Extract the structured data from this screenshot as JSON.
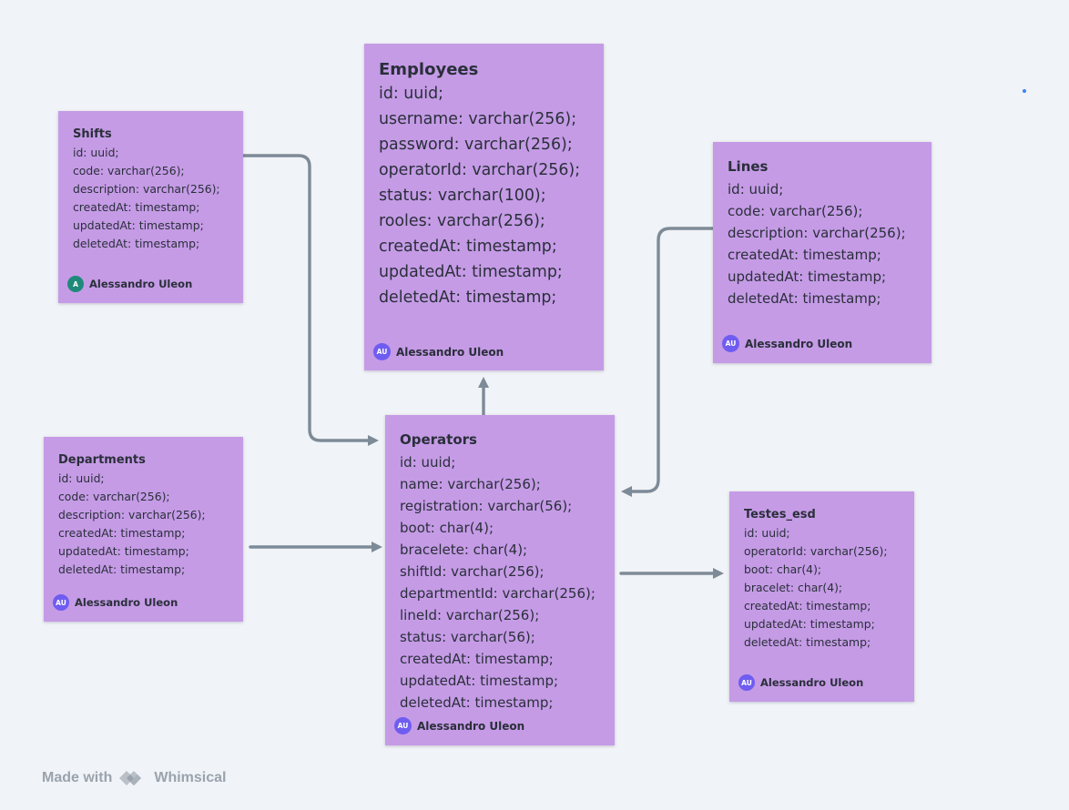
{
  "theme": {
    "card_color": "#c59be6",
    "connector_color": "#7d8a97",
    "background": "#f0f3f7",
    "avatar_teal": "#1f8a7a",
    "avatar_indigo": "#6f5cf0"
  },
  "tables": [
    {
      "id": "shifts",
      "title": "Shifts",
      "fields": [
        "id:  uuid;",
        "code: varchar(256);",
        "description: varchar(256);",
        "createdAt: timestamp;",
        "updatedAt: timestamp;",
        "deletedAt: timestamp;"
      ],
      "author": "Alessandro Uleon",
      "avatar": "A",
      "avatar_color": "#1f8a7a"
    },
    {
      "id": "employees",
      "title": "Employees",
      "fields": [
        "id: uuid;",
        "username: varchar(256);",
        "password: varchar(256);",
        "operatorId: varchar(256);",
        "status: varchar(100);",
        "rooles: varchar(256);",
        "createdAt: timestamp;",
        "updatedAt: timestamp;",
        "deletedAt: timestamp;"
      ],
      "author": "Alessandro Uleon",
      "avatar": "AU",
      "avatar_color": "#6f5cf0"
    },
    {
      "id": "lines",
      "title": "Lines",
      "fields": [
        "id: uuid;",
        "code: varchar(256);",
        "description: varchar(256);",
        "createdAt: timestamp;",
        "updatedAt: timestamp;",
        "deletedAt: timestamp;"
      ],
      "author": "Alessandro Uleon",
      "avatar": "AU",
      "avatar_color": "#6f5cf0"
    },
    {
      "id": "departments",
      "title": "Departments",
      "fields": [
        "id: uuid;",
        "code: varchar(256);",
        "description: varchar(256);",
        "createdAt: timestamp;",
        "updatedAt: timestamp;",
        "deletedAt: timestamp;"
      ],
      "author": "Alessandro Uleon",
      "avatar": "AU",
      "avatar_color": "#6f5cf0"
    },
    {
      "id": "operators",
      "title": "Operators",
      "fields": [
        "id: uuid;",
        "name: varchar(256);",
        "registration: varchar(56);",
        "boot: char(4);",
        "bracelete: char(4);",
        "shiftId: varchar(256);",
        "departmentId: varchar(256);",
        "lineId: varchar(256);",
        "status: varchar(56);",
        "createdAt: timestamp;",
        "updatedAt: timestamp;",
        "deletedAt: timestamp;"
      ],
      "author": "Alessandro Uleon",
      "avatar": "AU",
      "avatar_color": "#6f5cf0"
    },
    {
      "id": "testes_esd",
      "title": "Testes_esd",
      "fields": [
        "id: uuid;",
        "operatorId: varchar(256);",
        "boot: char(4);",
        "bracelet: char(4);",
        "createdAt: timestamp;",
        "updatedAt: timestamp;",
        "deletedAt: timestamp;"
      ],
      "author": "Alessandro Uleon",
      "avatar": "AU",
      "avatar_color": "#6f5cf0"
    }
  ],
  "connectors": [
    {
      "from": "shifts",
      "to": "operators"
    },
    {
      "from": "departments",
      "to": "operators"
    },
    {
      "from": "operators",
      "to": "employees"
    },
    {
      "from": "lines",
      "to": "operators"
    },
    {
      "from": "operators",
      "to": "testes_esd"
    }
  ],
  "watermark": {
    "made_with": "Made with",
    "brand": "Whimsical"
  }
}
